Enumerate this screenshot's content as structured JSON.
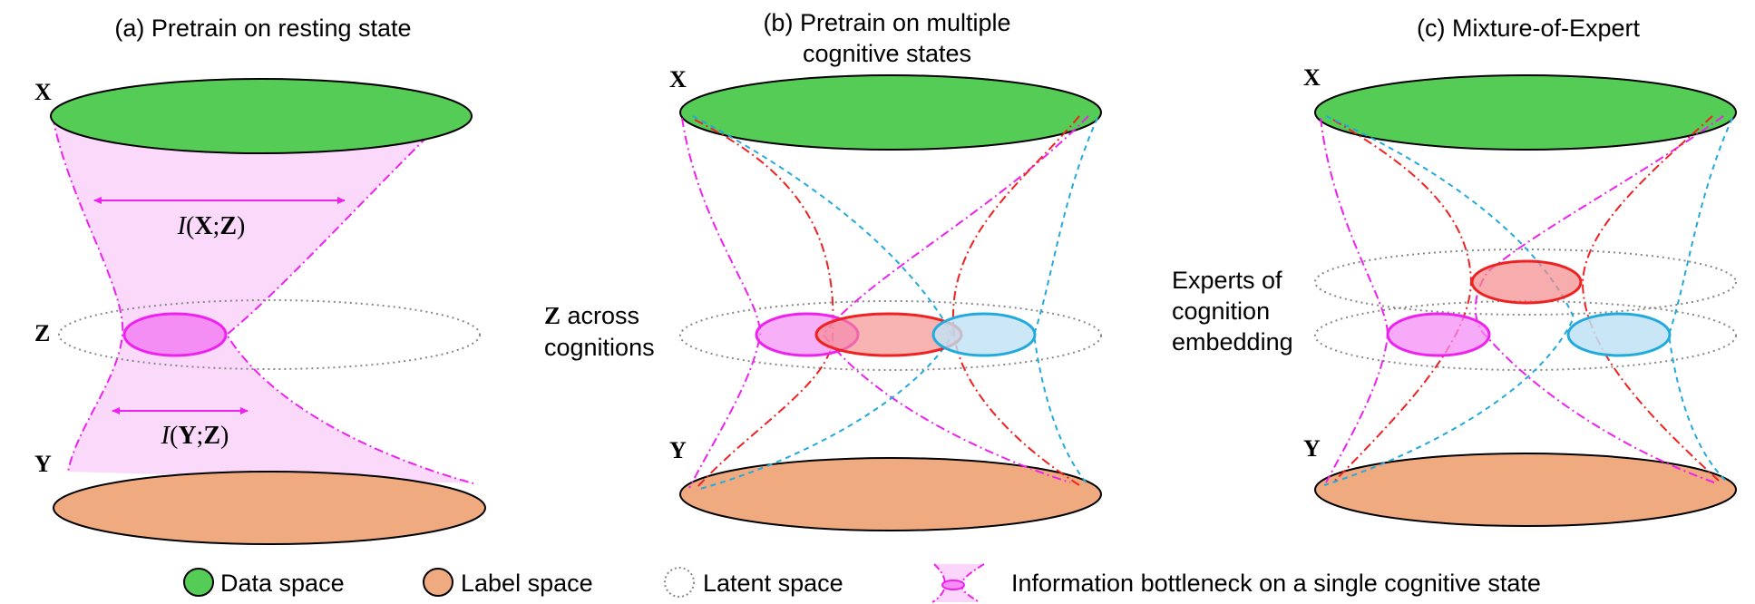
{
  "panels": [
    {
      "title_lines": [
        "(a) Pretrain on resting state"
      ],
      "x_label": "X",
      "y_label": "Y",
      "z_label": "Z",
      "mi_xz": {
        "italic": "I",
        "open": "(",
        "bold_a": "X",
        "sep": ";",
        "bold_b": "Z",
        "close": ")"
      },
      "mi_yz": {
        "italic": "I",
        "open": "(",
        "bold_a": "Y",
        "sep": ";",
        "bold_b": "Z",
        "close": ")"
      }
    },
    {
      "title_lines": [
        "(b) Pretrain on multiple",
        "cognitive states"
      ],
      "x_label": "X",
      "y_label": "Y",
      "z_label_bold": "Z",
      "z_label_rest": " across",
      "z_label_line2": "cognitions"
    },
    {
      "title_lines": [
        "(c) Mixture-of-Expert"
      ],
      "x_label": "X",
      "y_label": "Y",
      "experts_label_lines": [
        "Experts of",
        "cognition",
        "embedding"
      ]
    }
  ],
  "legend": [
    {
      "label": "Data space",
      "icon": "green-ellipse-icon"
    },
    {
      "label": "Label space",
      "icon": "orange-ellipse-icon"
    },
    {
      "label": "Latent space",
      "icon": "dotted-circle-icon"
    },
    {
      "label": "Information bottleneck on a single cognitive state",
      "icon": "bottleneck-icon"
    }
  ],
  "colors": {
    "data_space": "#55cc55",
    "label_space": "#f0aa80",
    "magenta": "#ee22ee",
    "magenta_fill": "#fbd5fb",
    "red": "#ee2222",
    "red_fill": "#f4b0b0",
    "cyan": "#22aadd",
    "cyan_fill": "#cfe9f7",
    "latent": "#888888"
  }
}
